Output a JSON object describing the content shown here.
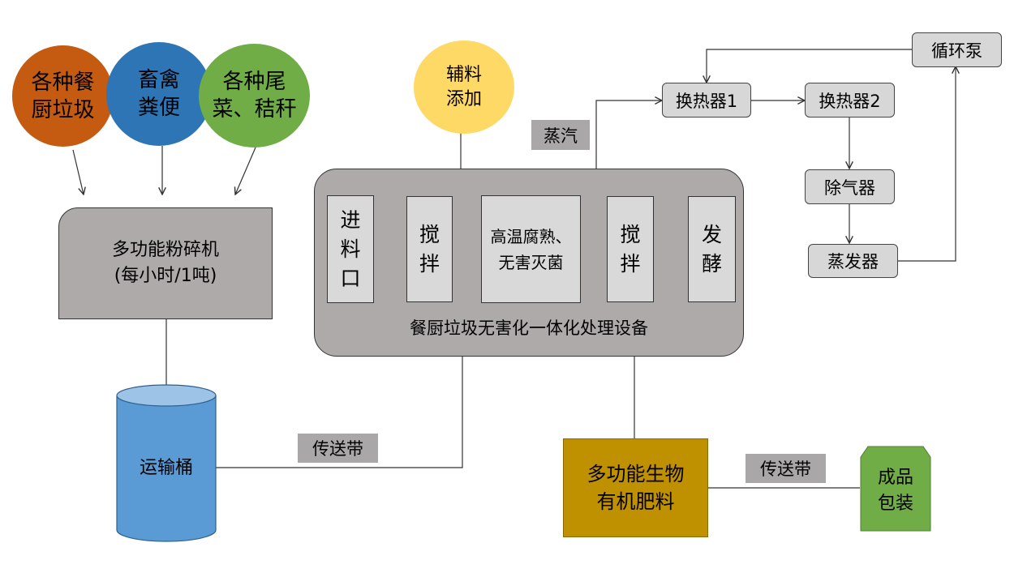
{
  "colors": {
    "kitchen_waste": "#c55a11",
    "manure": "#2e75b6",
    "straw": "#70ad47",
    "auxiliary": "#ffd966",
    "crusher": "#aeaaaa",
    "equipment": "#aeaaaa",
    "bucket": "#5b9bd5",
    "fertilizer": "#bf9000",
    "package": "#70ad47"
  },
  "inputs": [
    {
      "label": "各种餐\n厨垃圾"
    },
    {
      "label": "畜禽\n粪便"
    },
    {
      "label": "各种尾\n菜、秸秆"
    }
  ],
  "auxiliary": {
    "label": "辅料\n添加"
  },
  "crusher": {
    "label": "多功能粉碎机\n(每小时/1吨)"
  },
  "bucket": {
    "label": "运输桶"
  },
  "conveyor_1": {
    "label": "传送带"
  },
  "conveyor_2": {
    "label": "传送带"
  },
  "steam": {
    "label": "蒸汽"
  },
  "equipment": {
    "label": "餐厨垃圾无害化一体化处理设备",
    "stages": [
      {
        "label": "进\n料\n口"
      },
      {
        "label": "搅\n拌"
      },
      {
        "label": "高温腐熟、\n无害灭菌"
      },
      {
        "label": "搅\n拌"
      },
      {
        "label": "发\n酵"
      }
    ]
  },
  "heat_loop": {
    "exchanger_1": "换热器1",
    "exchanger_2": "换热器2",
    "degasser": "除气器",
    "evaporator": "蒸发器",
    "pump": "循环泵"
  },
  "fertilizer": {
    "label": "多功能生物\n有机肥料"
  },
  "package": {
    "label": "成品\n包装"
  }
}
